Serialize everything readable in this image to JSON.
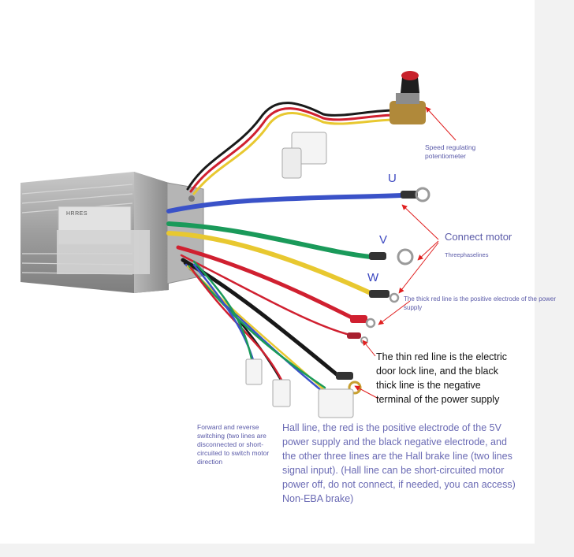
{
  "controller": {
    "brand": "HRRES"
  },
  "phase_labels": [
    "U",
    "V",
    "W"
  ],
  "annotations": {
    "speed_pot": "Speed regulating potentiometer",
    "connect_motor": "Connect motor",
    "three_phase": "Threephaselines",
    "thick_red": "The thick red line is the positive electrode of the power supply",
    "thin_red": "The thin red line is the electric door lock line, and the black thick line is the negative terminal of the power supply",
    "forward_reverse": "Forward and reverse switching (two lines are disconnected or short-circuited to switch motor direction",
    "hall_line": "Hall line, the red is the positive electrode of the 5V power supply and the black negative electrode, and the other three lines are the Hall brake line (two lines signal input). (Hall line can be short-circuited motor power off, do not connect, if needed, you can access) Non-EBA brake)"
  },
  "colors": {
    "annotation_blue": "#5a5aa8",
    "phase_blue": "#3c48c0",
    "arrow_red": "#e02020",
    "wire_blue": "#3a52c8",
    "wire_green": "#1a9a5a",
    "wire_yellow": "#e8c830",
    "wire_red": "#d02030",
    "wire_black": "#181818"
  }
}
